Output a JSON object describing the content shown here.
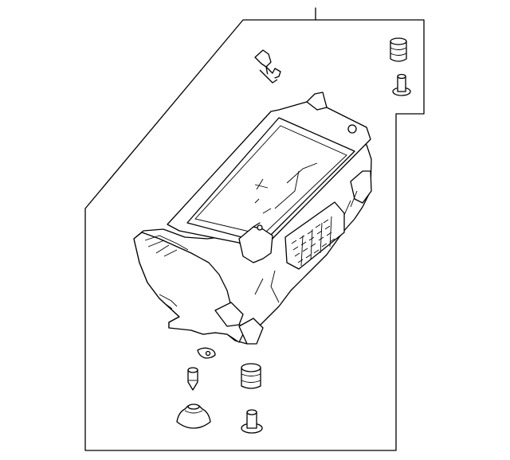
{
  "diagram": {
    "kind": "exploded-parts-diagram",
    "line_color": "#000000",
    "background_color": "#ffffff",
    "parts": [
      "glove-box-housing",
      "clip",
      "bumper-stop-upper",
      "pin-upper",
      "retainer-clip",
      "grommet",
      "bumper-stop-lower",
      "rivet-lower",
      "cone-damper"
    ]
  }
}
